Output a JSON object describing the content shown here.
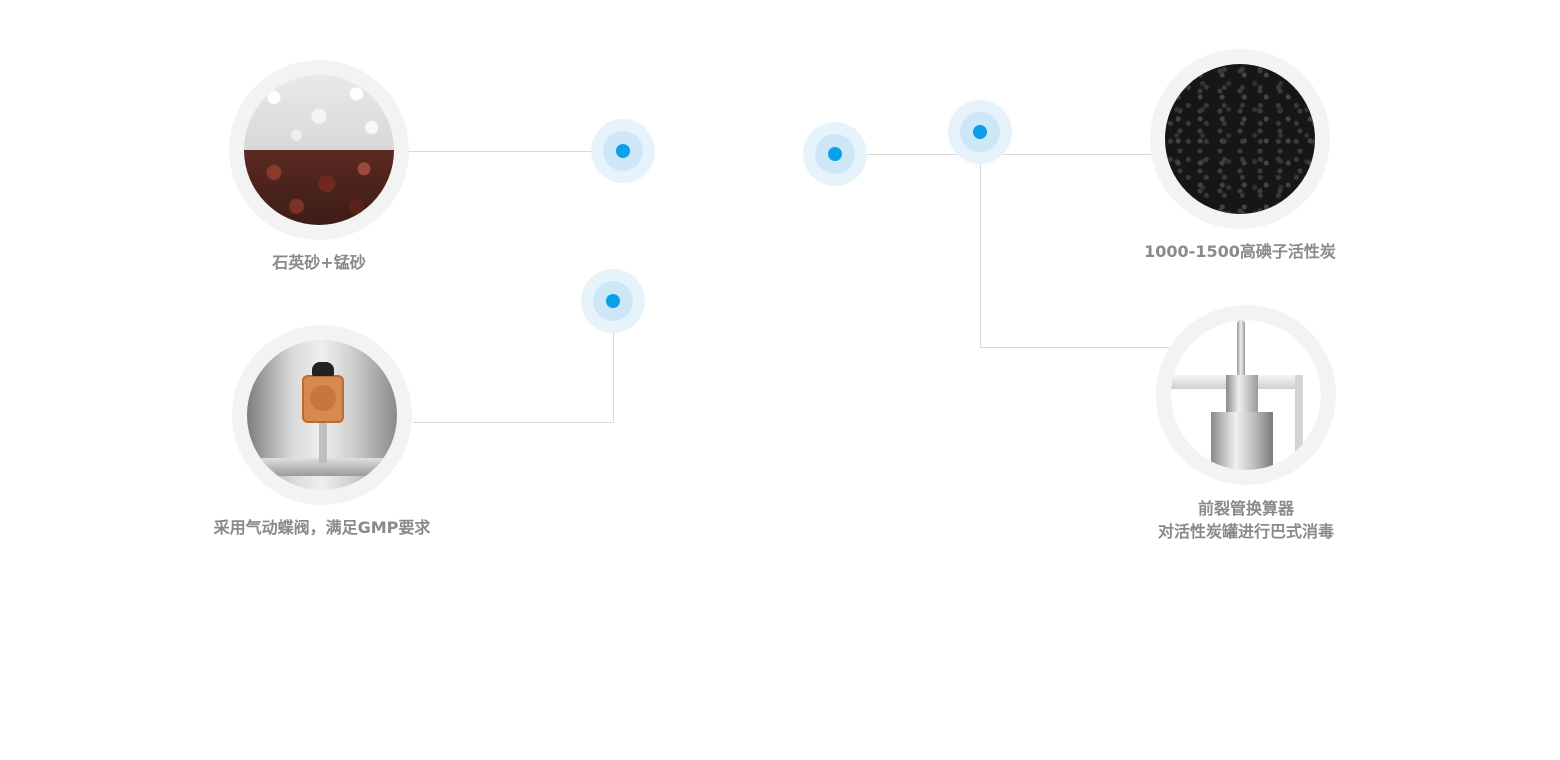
{
  "items": [
    {
      "caption": "石英砂+锰砂",
      "image": "quartz-manganese-sand"
    },
    {
      "caption": "采用气动蝶阀，满足GMP要求",
      "image": "pneumatic-butterfly-valve"
    },
    {
      "caption": "1000-1500高碘子活性炭",
      "image": "activated-carbon"
    },
    {
      "caption_line1": "前裂管换算器",
      "caption_line2": "对活性炭罐进行巴式消毒",
      "image": "heat-exchanger"
    }
  ],
  "colors": {
    "dot": "#0aa0e8",
    "caption": "#8a8a8a",
    "line": "#d9d9d9",
    "frame": "#f3f3f3"
  }
}
